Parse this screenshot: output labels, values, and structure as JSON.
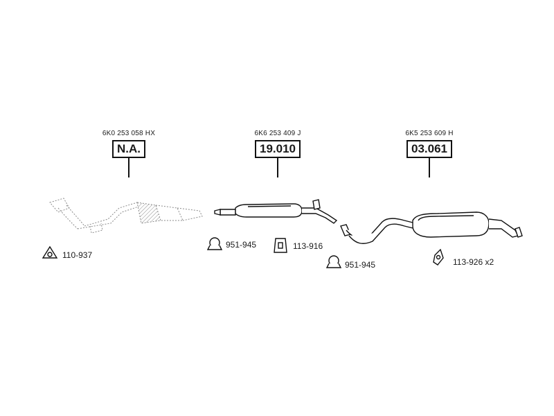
{
  "parts": [
    {
      "id": "front-pipe",
      "oe_number": "6K0 253 058 HX",
      "ref": "N.A."
    },
    {
      "id": "middle-silencer",
      "oe_number": "6K6 253 409 J",
      "ref": "19.010"
    },
    {
      "id": "rear-silencer",
      "oe_number": "6K5 253 609 H",
      "ref": "03.061"
    }
  ],
  "accessories": [
    {
      "id": "gasket",
      "icon": "triangle-gasket-icon",
      "code": "110-937"
    },
    {
      "id": "clamp-1",
      "icon": "pipe-clamp-icon",
      "code": "951-945"
    },
    {
      "id": "hanger-1",
      "icon": "rubber-hanger-icon",
      "code": "113-916"
    },
    {
      "id": "clamp-2",
      "icon": "pipe-clamp-icon",
      "code": "951-945"
    },
    {
      "id": "hanger-2",
      "icon": "rubber-mount-icon",
      "code": "113-926 x2"
    }
  ],
  "colors": {
    "line": "#111111",
    "ghost": "#8a8a8a",
    "background": "#ffffff"
  }
}
